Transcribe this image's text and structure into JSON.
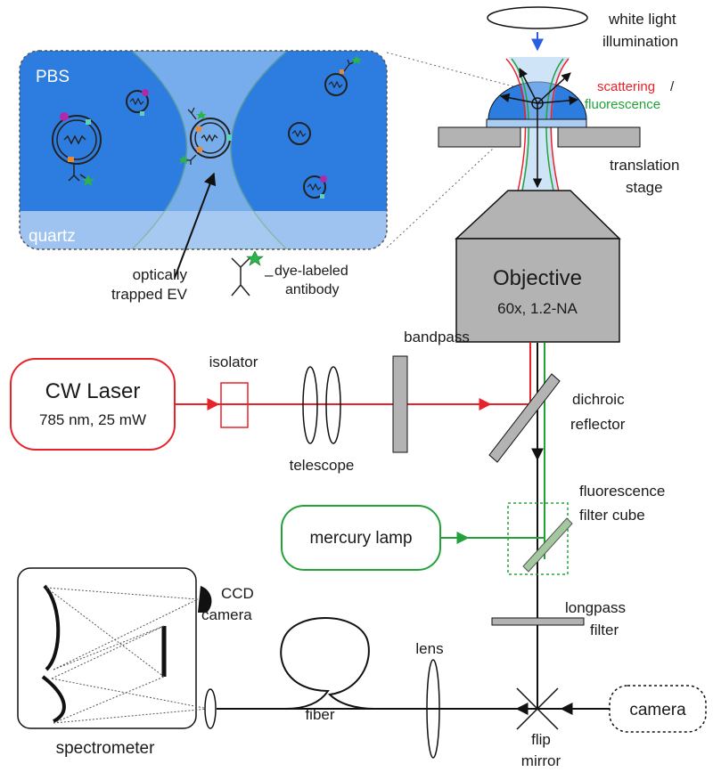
{
  "labels": {
    "white_light": "white light",
    "illumination": "illumination",
    "scattering": "scattering",
    "slash": "/",
    "fluorescence": "fluorescence",
    "translation": "translation",
    "stage": "stage",
    "objective": "Objective",
    "objective_spec": "60x, 1.2-NA",
    "bandpass": "bandpass",
    "isolator": "isolator",
    "laser": "CW Laser",
    "laser_spec": "785 nm, 25 mW",
    "telescope": "telescope",
    "dichroic": "dichroic",
    "reflector": "reflector",
    "filter_cube_1": "fluorescence",
    "filter_cube_2": "filter cube",
    "mercury_lamp": "mercury lamp",
    "ccd_1": "CCD",
    "ccd_2": "camera",
    "longpass_1": "longpass",
    "longpass_2": "filter",
    "lens": "lens",
    "fiber": "fiber",
    "camera": "camera",
    "flip_1": "flip",
    "flip_2": "mirror",
    "spectrometer": "spectrometer",
    "pbs": "PBS",
    "quartz": "quartz",
    "trapped_1": "optically",
    "trapped_2": "trapped EV",
    "antibody_dash": "–",
    "antibody_1": "dye-labeled",
    "antibody_2": "antibody"
  },
  "colors": {
    "laser": "#e8222b",
    "fluorescence": "#23a23a",
    "inset_blue": "#2d7de0",
    "beam_blue": "#a9cdf3",
    "quartz": "#9fc3f0",
    "gray_box": "#b3b3b3",
    "illumination_arrow": "#2b5fe0"
  }
}
